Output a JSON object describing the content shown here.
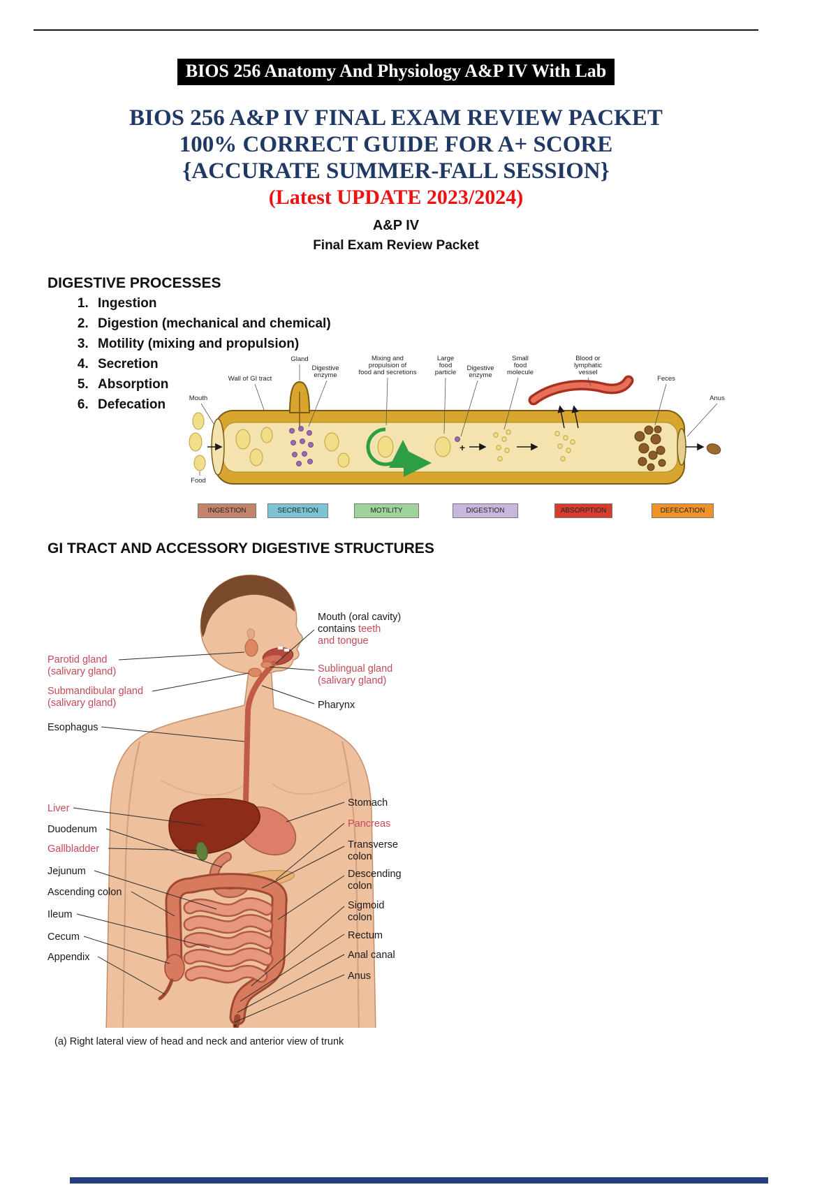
{
  "header": {
    "banner": "BIOS 256 Anatomy And Physiology A&P IV With Lab",
    "title_lines": [
      "BIOS 256 A&P IV FINAL EXAM REVIEW PACKET",
      "100% CORRECT GUIDE FOR A+ SCORE",
      "{ACCURATE SUMMER-FALL SESSION}"
    ],
    "update_line": "(Latest UPDATE 2023/2024)",
    "subtitle1": "A&P IV",
    "subtitle2": "Final Exam Review Packet"
  },
  "colors": {
    "title_navy": "#1f3864",
    "update_red": "#ee1111",
    "figure_label_red": "#c5495a",
    "bottom_bar_navy": "#24407c",
    "banner_bg": "#000000",
    "banner_text": "#ffffff"
  },
  "processes": {
    "heading": "DIGESTIVE PROCESSES",
    "items": [
      "Ingestion",
      "Digestion (mechanical and chemical)",
      "Motility (mixing and propulsion)",
      "Secretion",
      "Absorption",
      "Defecation"
    ]
  },
  "process_diagram": {
    "labels": {
      "gland": "Gland",
      "wall": "Wall of GI tract",
      "digestive_enzyme_1": [
        "Digestive",
        "enzyme"
      ],
      "mixing": [
        "Mixing and",
        "propulsion of",
        "food and secretions"
      ],
      "large_particle": [
        "Large",
        "food",
        "particle"
      ],
      "digestive_enzyme_2": [
        "Digestive",
        "enzyme"
      ],
      "small_molecule": [
        "Small",
        "food",
        "molecule"
      ],
      "vessel": [
        "Blood or",
        "lymphatic",
        "vessel"
      ],
      "plus": "+",
      "feces": "Feces",
      "anus": "Anus",
      "mouth": "Mouth",
      "food": "Food"
    },
    "boxes": [
      {
        "label": "INGESTION",
        "color": "#c4836b"
      },
      {
        "label": "SECRETION",
        "color": "#7cc4d4"
      },
      {
        "label": "MOTILITY",
        "color": "#9ed49a"
      },
      {
        "label": "DIGESTION",
        "color": "#c9b6dc"
      },
      {
        "label": "ABSORPTION",
        "color": "#d63c2e"
      },
      {
        "label": "DEFECATION",
        "color": "#ef9227"
      }
    ]
  },
  "gi_figure": {
    "heading": "GI TRACT AND ACCESSORY DIGESTIVE STRUCTURES",
    "caption": "(a) Right lateral view of head and neck and anterior view of trunk",
    "left_labels": {
      "parotid": [
        "Parotid gland",
        "(salivary gland)"
      ],
      "submandibular": [
        "Submandibular gland",
        "(salivary gland)"
      ],
      "esophagus": "Esophagus",
      "liver": "Liver",
      "duodenum": "Duodenum",
      "gallbladder": "Gallbladder",
      "jejunum": "Jejunum",
      "ascending_colon": "Ascending colon",
      "ileum": "Ileum",
      "cecum": "Cecum",
      "appendix": "Appendix"
    },
    "right_labels": {
      "mouth_line1": "Mouth (oral cavity)",
      "mouth_line2a": "contains ",
      "mouth_line2b": "teeth",
      "mouth_line3": "and tongue",
      "sublingual": [
        "Sublingual gland",
        "(salivary gland)"
      ],
      "pharynx": "Pharynx",
      "stomach": "Stomach",
      "pancreas": "Pancreas",
      "transverse": [
        "Transverse",
        "colon"
      ],
      "descending": [
        "Descending",
        "colon"
      ],
      "sigmoid": [
        "Sigmoid",
        "colon"
      ],
      "rectum": "Rectum",
      "anal_canal": "Anal canal",
      "anus": "Anus"
    }
  }
}
